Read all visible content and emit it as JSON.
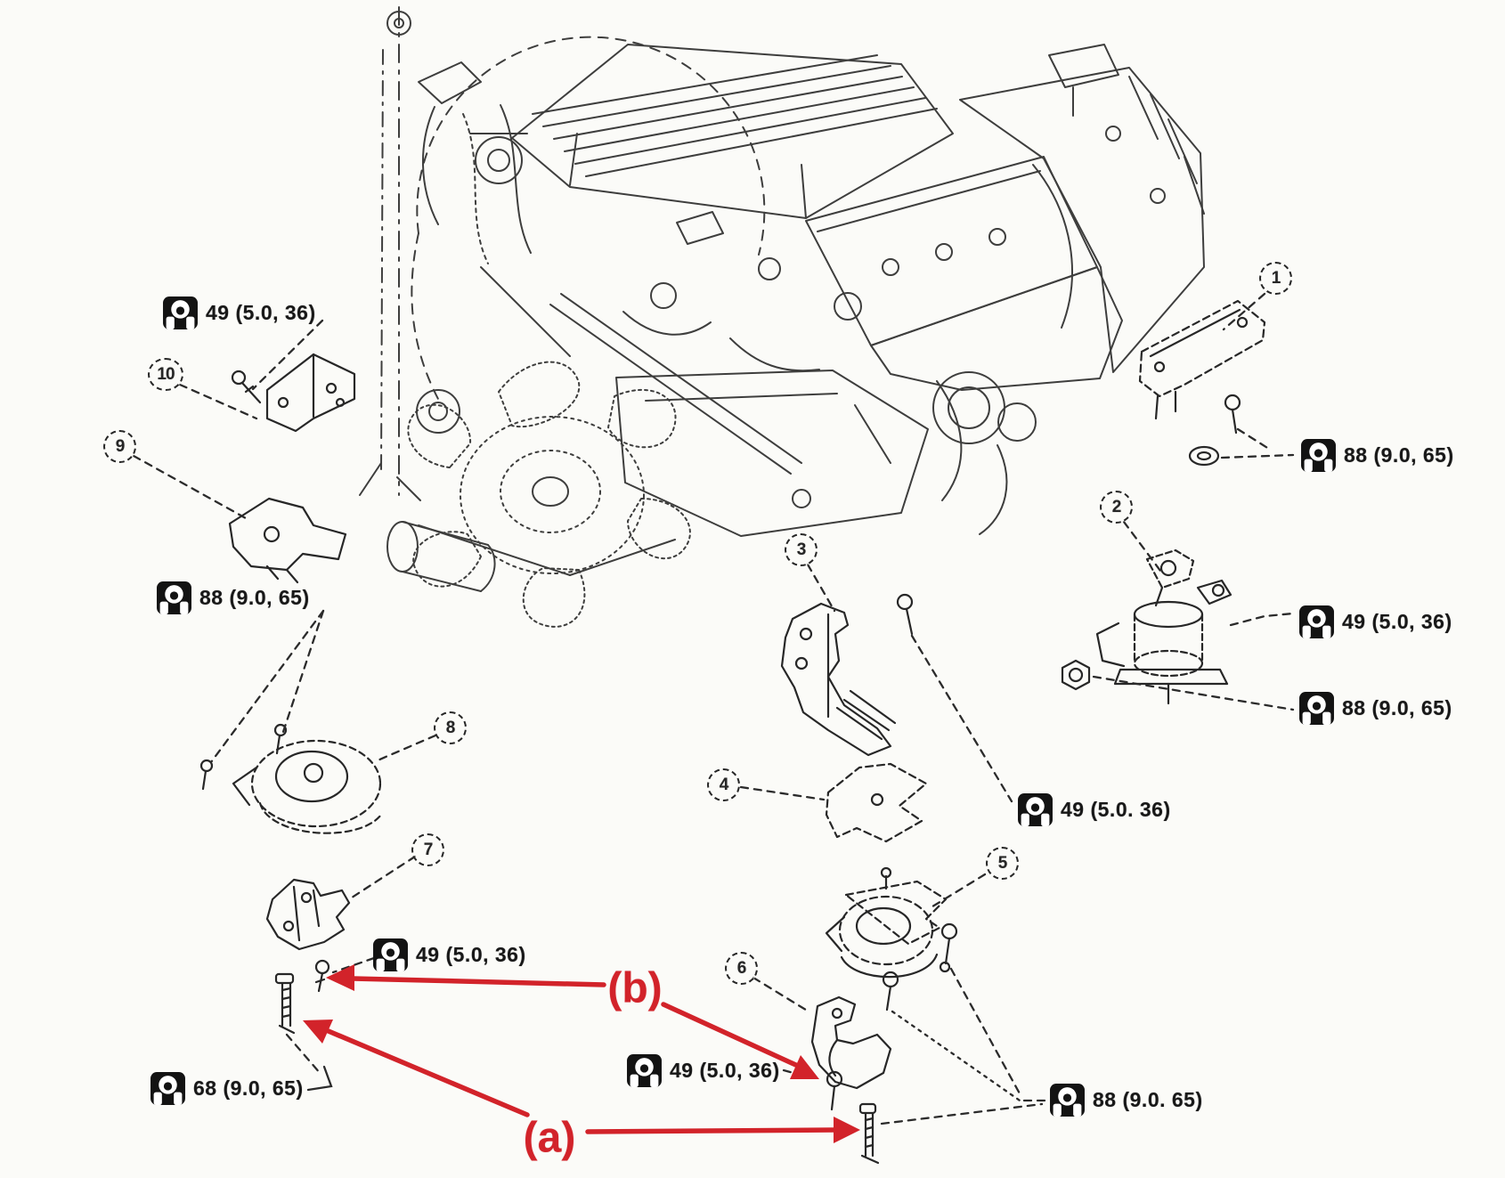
{
  "palette": {
    "background": "#fbfbf8",
    "ink": "#262626",
    "red": "#d2232a"
  },
  "callouts": [
    {
      "num": "1"
    },
    {
      "num": "2"
    },
    {
      "num": "3"
    },
    {
      "num": "4"
    },
    {
      "num": "5"
    },
    {
      "num": "6"
    },
    {
      "num": "7"
    },
    {
      "num": "8"
    },
    {
      "num": "9"
    },
    {
      "num": "10"
    }
  ],
  "torque_labels": [
    {
      "icon": "torque-wrench-icon",
      "text": "49 (5.0, 36)"
    },
    {
      "icon": "torque-wrench-icon",
      "text": "88 (9.0, 65)"
    },
    {
      "icon": "torque-wrench-icon",
      "text": "49 (5.0, 36)"
    },
    {
      "icon": "torque-wrench-icon",
      "text": "88 (9.0, 65)"
    },
    {
      "icon": "torque-wrench-icon",
      "text": "88 (9.0, 65)"
    },
    {
      "icon": "torque-wrench-icon",
      "text": "49 (5.0. 36)"
    },
    {
      "icon": "torque-wrench-icon",
      "text": "49 (5.0, 36)"
    },
    {
      "icon": "torque-wrench-icon",
      "text": "68 (9.0, 65)"
    },
    {
      "icon": "torque-wrench-icon",
      "text": "49 (5.0, 36)"
    },
    {
      "icon": "torque-wrench-icon",
      "text": "88 (9.0. 65)"
    }
  ],
  "annotations": {
    "a": "(a)",
    "b": "(b)"
  }
}
